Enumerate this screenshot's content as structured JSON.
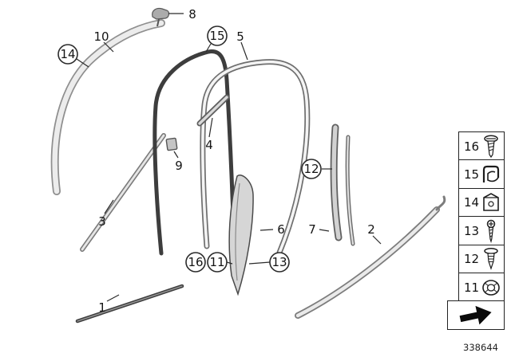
{
  "diagram": {
    "number": "338644",
    "labels": {
      "n1": "1",
      "n2": "2",
      "n3": "3",
      "n4": "4",
      "n5": "5",
      "n6": "6",
      "n7": "7",
      "n8": "8",
      "n9": "9",
      "n10": "10",
      "n11": "11",
      "n12": "12",
      "n13": "13",
      "n14": "14",
      "n15": "15",
      "n16": "16"
    },
    "circled_callouts": [
      "11",
      "12",
      "13",
      "14",
      "15",
      "16"
    ]
  },
  "legend": {
    "items": [
      {
        "label": "16",
        "icon": "tapping-screw-icon"
      },
      {
        "label": "15",
        "icon": "spring-clip-icon"
      },
      {
        "label": "14",
        "icon": "retaining-clip-icon"
      },
      {
        "label": "13",
        "icon": "screw-icon"
      },
      {
        "label": "12",
        "icon": "expansion-rivet-icon"
      },
      {
        "label": "11",
        "icon": "grommet-icon"
      }
    ],
    "arrow_icon": "direction-arrow-icon"
  }
}
